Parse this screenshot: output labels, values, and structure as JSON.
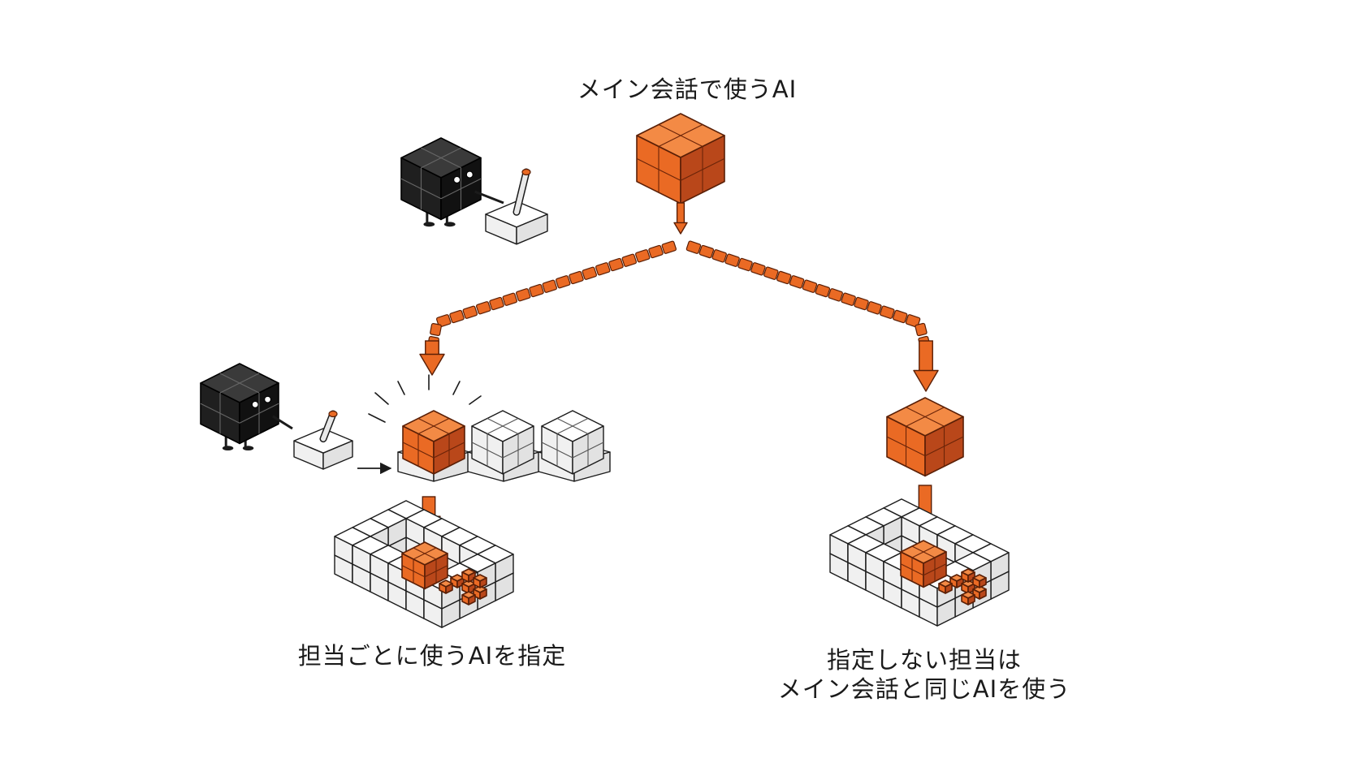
{
  "labels": {
    "top": "メイン会話で使うAI",
    "left": "担当ごとに使うAIを指定",
    "right_line1": "指定しない担当は",
    "right_line2": "メイン会話と同じAIを使う"
  },
  "colors": {
    "orange": "#ea6a24",
    "orange_dark": "#b9471a",
    "orange_light": "#f38a45",
    "ink": "#1b1b1b",
    "white_face": "#ffffff",
    "white_side": "#f0f0f0"
  },
  "icons": [
    "robot-icon",
    "lever-icon",
    "cube-icon",
    "arrow-icon",
    "rail-arrow-icon",
    "enclosure-icon",
    "sparkle-icon"
  ]
}
